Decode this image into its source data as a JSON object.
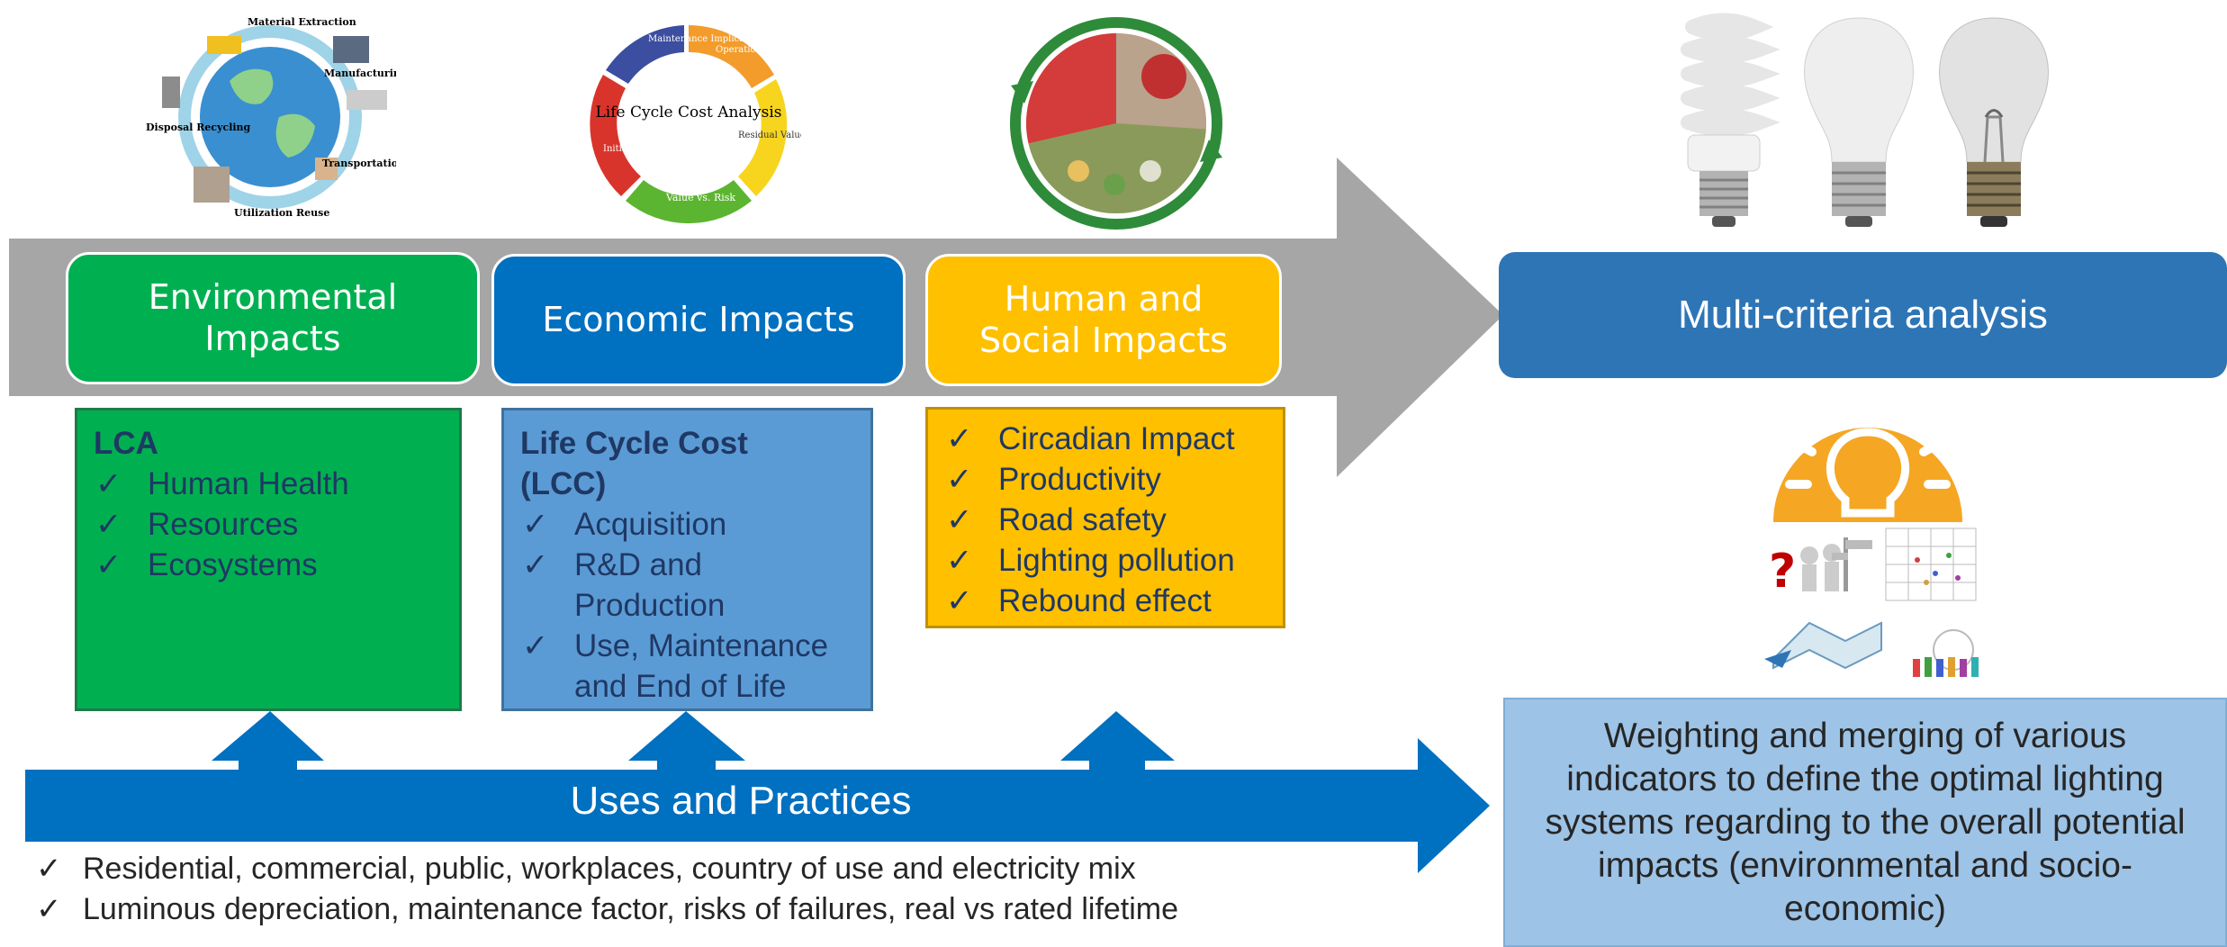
{
  "icons": {
    "lca_circle": {
      "labels": [
        "Material Extraction",
        "Manufacturing Production",
        "Transportation",
        "Utilization Reuse",
        "Disposal Recycling"
      ]
    },
    "lcc_cycle": {
      "center": "Life Cycle Cost Analysis",
      "labels": [
        "Maintenance Implications",
        "Operational Expenses",
        "Residual Value",
        "Value vs. Risk",
        "Initial Expenditure"
      ]
    }
  },
  "headers": {
    "environmental": "Environmental Impacts",
    "economic": "Economic Impacts",
    "human_social": "Human and Social Impacts",
    "multi_criteria": "Multi-criteria analysis"
  },
  "panels": {
    "lca": {
      "title": "LCA",
      "items": [
        "Human Health",
        "Resources",
        "Ecosystems"
      ]
    },
    "lcc": {
      "title": "Life Cycle Cost (LCC)",
      "items": [
        "Acquisition",
        "R&D and Production",
        "Use, Maintenance and End of Life"
      ]
    },
    "human": {
      "items": [
        "Circadian Impact",
        "Productivity",
        "Road safety",
        "Lighting pollution",
        "Rebound effect"
      ]
    }
  },
  "uses_label": "Uses and Practices",
  "bottom_list": [
    "Residential, commercial, public, workplaces, country of use and electricity mix",
    "Luminous depreciation, maintenance factor, risks of failures, real vs rated lifetime"
  ],
  "weighting_text": "Weighting and merging of various indicators to define the optimal lighting systems regarding to the overall potential impacts (environmental and socio-economic)",
  "check_glyph": "✓",
  "colors": {
    "gray_arrow": "#a6a6a6",
    "green": "#00b050",
    "blue": "#0070c0",
    "light_blue": "#5b9bd5",
    "yellow": "#ffc000",
    "orange": "#f5a623",
    "dark_blue_text": "#1f3864",
    "mca_blue": "#2e75b6",
    "pale_blue": "#9dc3e6"
  }
}
